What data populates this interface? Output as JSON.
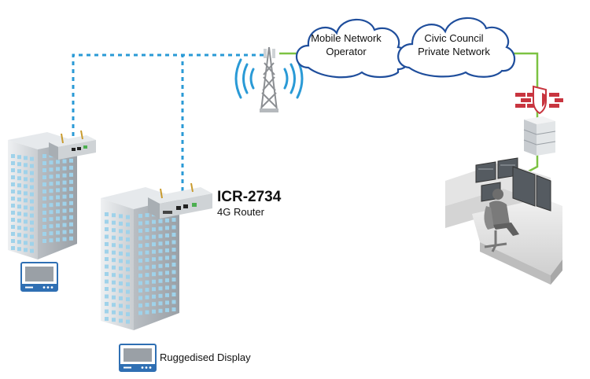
{
  "clouds": {
    "operator": "Mobile Network\nOperator",
    "private": "Civic Council\nPrivate Network"
  },
  "router": {
    "model": "ICR-2734",
    "type": "4G Router"
  },
  "display": {
    "caption": "Ruggedised Display"
  },
  "colors": {
    "wireless_link": "#2a9ad6",
    "wired_link": "#7cc242",
    "firewall": "#c8353f",
    "display_frame": "#2f6fb3",
    "building": "#d6dadd",
    "windows": "#9fd2ea"
  },
  "icons": [
    "building-icon",
    "router-icon",
    "cell-tower-icon",
    "cloud-icon",
    "firewall-icon",
    "server-icon",
    "control-room-icon",
    "display-icon"
  ]
}
